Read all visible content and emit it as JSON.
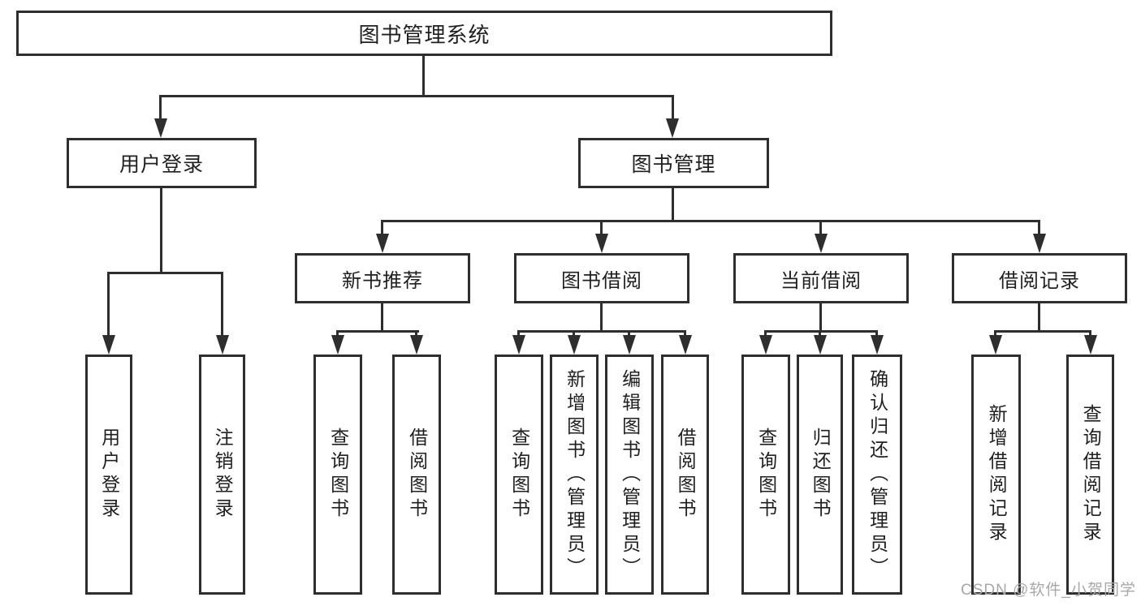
{
  "diagram": {
    "colors": {
      "line": "#2e2e2e",
      "text": "#1f1f1f",
      "background": "#ffffff",
      "watermark": "#a8a8a8"
    },
    "watermark": {
      "text": "CSDN @软件_小贺同学"
    },
    "nodes": {
      "root": {
        "label": "图书管理系统"
      },
      "login": {
        "label": "用户登录"
      },
      "book_mgmt": {
        "label": "图书管理"
      },
      "new_book": {
        "label": "新书推荐"
      },
      "borrow": {
        "label": "图书借阅"
      },
      "current": {
        "label": "当前借阅"
      },
      "records": {
        "label": "借阅记录"
      },
      "leaf_user_login": {
        "label": "用户登录"
      },
      "leaf_logout": {
        "label": "注销登录"
      },
      "leaf_nb_query": {
        "label": "查询图书"
      },
      "leaf_nb_borrow": {
        "label": "借阅图书"
      },
      "leaf_bw_query": {
        "label": "查询图书"
      },
      "leaf_bw_add": {
        "label": "新增图书（管理员）"
      },
      "leaf_bw_edit": {
        "label": "编辑图书（管理员）"
      },
      "leaf_bw_borrow": {
        "label": "借阅图书"
      },
      "leaf_cur_query": {
        "label": "查询图书"
      },
      "leaf_cur_return": {
        "label": "归还图书"
      },
      "leaf_cur_confirm": {
        "label": "确认归还（管理员）"
      },
      "leaf_rec_add": {
        "label": "新增借阅记录"
      },
      "leaf_rec_query": {
        "label": "查询借阅记录"
      }
    }
  }
}
